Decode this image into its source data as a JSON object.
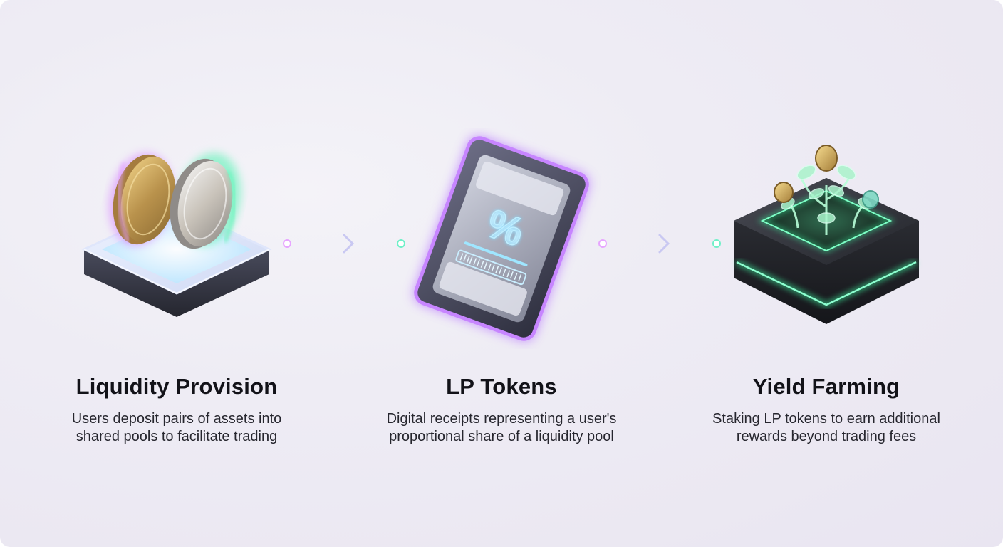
{
  "stages": [
    {
      "title": "Liquidity Provision",
      "desc_line1": "Users deposit pairs of assets into",
      "desc_line2": "shared pools to facilitate trading",
      "icon": "coins-on-pool-icon"
    },
    {
      "title": "LP Tokens",
      "desc_line1": "Digital receipts representing a user's",
      "desc_line2": "proportional share of a liquidity pool",
      "icon": "percent-receipt-token-icon"
    },
    {
      "title": "Yield Farming",
      "desc_line1": "Staking LP tokens to earn additional",
      "desc_line2": "rewards beyond trading fees",
      "icon": "plant-growing-coins-icon"
    }
  ],
  "colors": {
    "background": "#eeecf4",
    "title_text": "#121218",
    "desc_text": "#26262e",
    "glow_purple": "#b46cff",
    "glow_green": "#3cf5a0",
    "connector_start": "#e7a6ff",
    "connector_end": "#6ff0c8"
  }
}
